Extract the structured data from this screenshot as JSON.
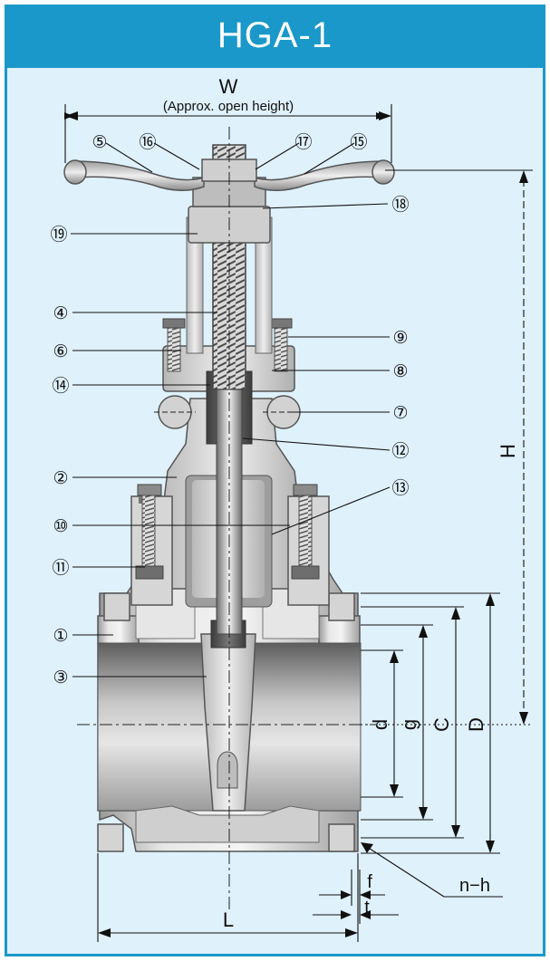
{
  "title": "HGA-1",
  "colors": {
    "accent": "#1a98c9",
    "background": "#dff1fb",
    "metal_light": "#e2e2e2",
    "metal_dark": "#5a5a5a"
  },
  "dimensions": {
    "W": "W",
    "W_note": "(Approx. open height)",
    "H": "H",
    "d": "d",
    "g": "g",
    "C": "C",
    "D": "D",
    "L": "L",
    "f": "f",
    "t": "t",
    "nh": "n−h"
  },
  "part_labels": {
    "p1": "①",
    "p2": "②",
    "p3": "③",
    "p4": "④",
    "p5": "⑤",
    "p6": "⑥",
    "p7": "⑦",
    "p8": "⑧",
    "p9": "⑨",
    "p10": "⑩",
    "p11": "⑪",
    "p12": "⑫",
    "p13": "⑬",
    "p14": "⑭",
    "p15": "⑮",
    "p16": "⑯",
    "p17": "⑰",
    "p18": "⑱",
    "p19": "⑲"
  }
}
